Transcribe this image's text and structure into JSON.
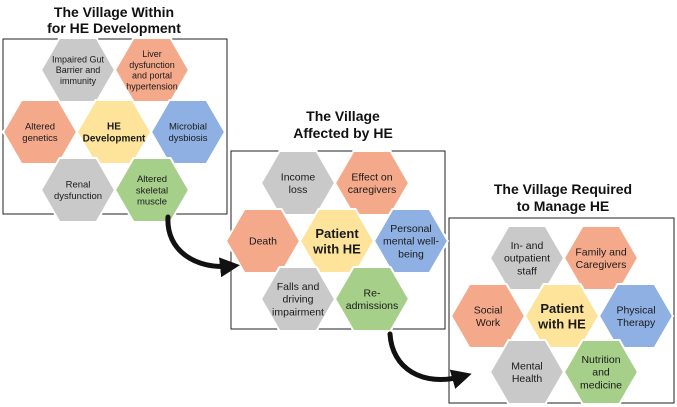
{
  "colors": {
    "gray": "#c9c9c9",
    "orange": "#f4a98b",
    "yellow": "#fde49a",
    "blue": "#8fb0e3",
    "green": "#a6cf8a",
    "border": "#222222",
    "arrow": "#111111"
  },
  "panels": [
    {
      "id": "within",
      "title": [
        "The Village Within",
        "for HE Development"
      ],
      "hexes": [
        {
          "id": "gut",
          "lines": [
            "Impaired Gut",
            "Barrier and",
            "immunity"
          ],
          "color": "gray"
        },
        {
          "id": "liver",
          "lines": [
            "Liver",
            "dysfunction",
            "and portal",
            "hypertension"
          ],
          "color": "orange"
        },
        {
          "id": "genetics",
          "lines": [
            "Altered",
            "genetics"
          ],
          "color": "orange"
        },
        {
          "id": "he-dev",
          "lines": [
            "HE",
            "Development"
          ],
          "color": "yellow",
          "bold": true
        },
        {
          "id": "microbial",
          "lines": [
            "Microbial",
            "dysbiosis"
          ],
          "color": "blue"
        },
        {
          "id": "renal",
          "lines": [
            "Renal",
            "dysfunction"
          ],
          "color": "gray"
        },
        {
          "id": "skeletal",
          "lines": [
            "Altered",
            "skeletal",
            "muscle"
          ],
          "color": "green"
        }
      ]
    },
    {
      "id": "affected",
      "title": [
        "The Village",
        "Affected by HE"
      ],
      "hexes": [
        {
          "id": "income",
          "lines": [
            "Income",
            "loss"
          ],
          "color": "gray"
        },
        {
          "id": "caregivers",
          "lines": [
            "Effect on",
            "caregivers"
          ],
          "color": "orange"
        },
        {
          "id": "death",
          "lines": [
            "Death"
          ],
          "color": "orange"
        },
        {
          "id": "patient1",
          "lines": [
            "Patient",
            "with HE"
          ],
          "color": "yellow",
          "bold": true
        },
        {
          "id": "wellbeing",
          "lines": [
            "Personal",
            "mental well-",
            "being"
          ],
          "color": "blue"
        },
        {
          "id": "falls",
          "lines": [
            "Falls and",
            "driving",
            "impairment"
          ],
          "color": "gray"
        },
        {
          "id": "readmit",
          "lines": [
            "Re-",
            "admissions"
          ],
          "color": "green"
        }
      ]
    },
    {
      "id": "manage",
      "title": [
        "The Village Required",
        "to Manage HE"
      ],
      "hexes": [
        {
          "id": "staff",
          "lines": [
            "In- and",
            "outpatient",
            "staff"
          ],
          "color": "gray"
        },
        {
          "id": "family",
          "lines": [
            "Family and",
            "Caregivers"
          ],
          "color": "orange"
        },
        {
          "id": "social",
          "lines": [
            "Social",
            "Work"
          ],
          "color": "orange"
        },
        {
          "id": "patient2",
          "lines": [
            "Patient",
            "with HE"
          ],
          "color": "yellow",
          "bold": true
        },
        {
          "id": "physical",
          "lines": [
            "Physical",
            "Therapy"
          ],
          "color": "blue"
        },
        {
          "id": "mental",
          "lines": [
            "Mental",
            "Health"
          ],
          "color": "gray"
        },
        {
          "id": "nutrition",
          "lines": [
            "Nutrition",
            "and",
            "medicine"
          ],
          "color": "green"
        }
      ]
    }
  ]
}
